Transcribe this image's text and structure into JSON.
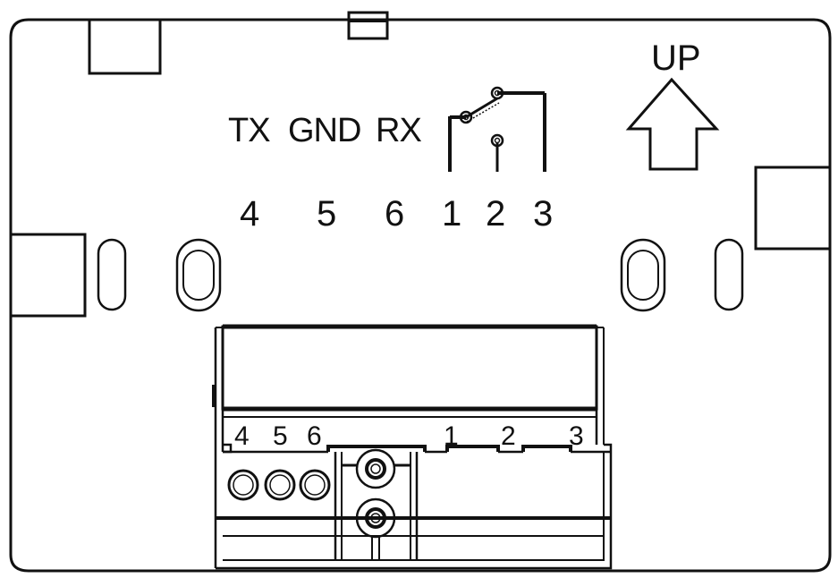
{
  "diagram": {
    "title_arrow_label": "UP",
    "signal_labels": [
      {
        "id": "tx",
        "text": "TX"
      },
      {
        "id": "gnd",
        "text": "GND"
      },
      {
        "id": "rx",
        "text": "RX"
      }
    ],
    "pin_numbers_top": [
      "4",
      "5",
      "6",
      "1",
      "2",
      "3"
    ],
    "terminal_labels": {
      "left_block": [
        "4",
        "5",
        "6"
      ],
      "right_block": [
        "1",
        "2",
        "3"
      ]
    },
    "relay_symbol": {
      "type": "SPDT relay contact",
      "pins": [
        "1",
        "2",
        "3"
      ],
      "common": "1",
      "normally_closed": "3",
      "normally_open": "2"
    },
    "colors": {
      "line": "#111111",
      "background": "#ffffff"
    }
  }
}
